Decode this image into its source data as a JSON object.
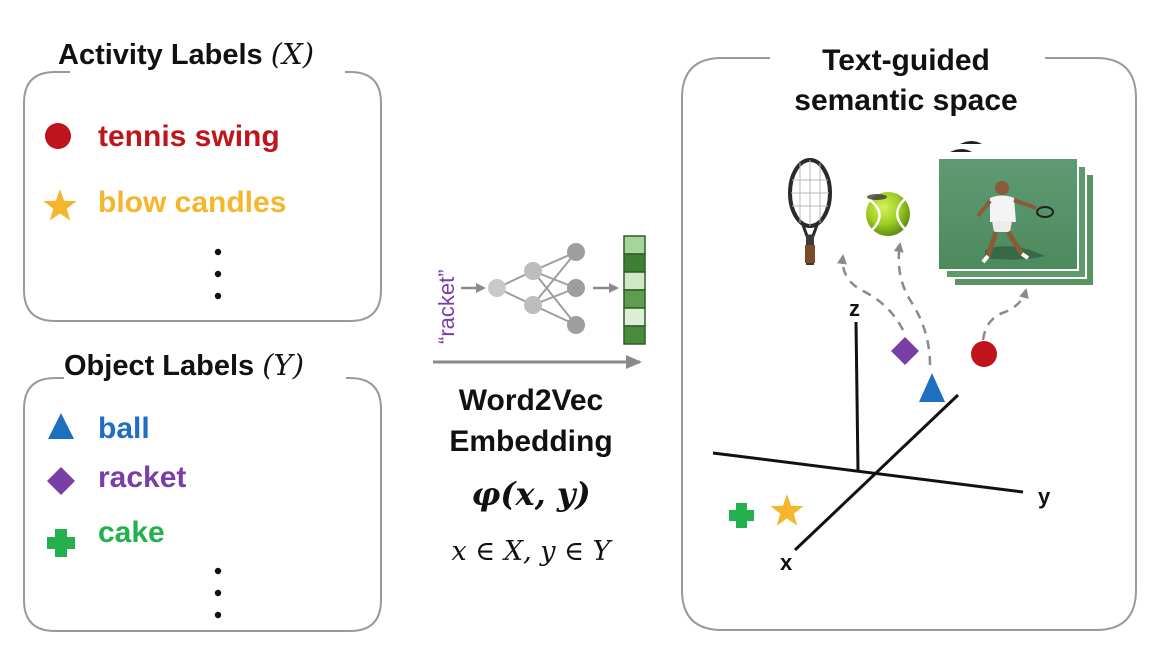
{
  "colors": {
    "red": "#c0141c",
    "yellow": "#f5b62b",
    "blue": "#1f6fc1",
    "purple": "#7a3fa6",
    "green": "#25b04e",
    "box_stroke": "#9a9a9a",
    "arrow": "#8a8a8a",
    "node": "#9e9e9e",
    "node_light": "#c9c9c9"
  },
  "activity_box": {
    "title": "Activity Labels ",
    "title_var": "(X)",
    "items": [
      {
        "label": "tennis swing",
        "icon": "circle-icon",
        "color": "#c0141c"
      },
      {
        "label": "blow candles",
        "icon": "star-icon",
        "color": "#f5b62b"
      }
    ],
    "ellipsis": "⋮"
  },
  "object_box": {
    "title": "Object Labels ",
    "title_var": "(Y)",
    "items": [
      {
        "label": "ball",
        "icon": "triangle-icon",
        "color": "#1f6fc1"
      },
      {
        "label": "racket",
        "icon": "diamond-icon",
        "color": "#7a3fa6"
      },
      {
        "label": "cake",
        "icon": "plus-icon",
        "color": "#25b04e"
      }
    ],
    "ellipsis": "⋮"
  },
  "embedding": {
    "input_word": "“racket”",
    "title_line1": "Word2Vec",
    "title_line2": "Embedding",
    "formula": "φ(x, y)",
    "domain": "x ∈ X, y ∈ Y",
    "vector_cells": [
      "#a5d59a",
      "#3f7f33",
      "#cfe7c6",
      "#5e9c50",
      "#dcefd6",
      "#4a8a3d"
    ]
  },
  "semantic_box": {
    "title_line1": "Text-guided",
    "title_line2": "semantic space",
    "axes": {
      "x": "x",
      "y": "y",
      "z": "z"
    },
    "images": [
      "racket-image",
      "tennis-ball-image",
      "tennis-player-photo"
    ]
  }
}
